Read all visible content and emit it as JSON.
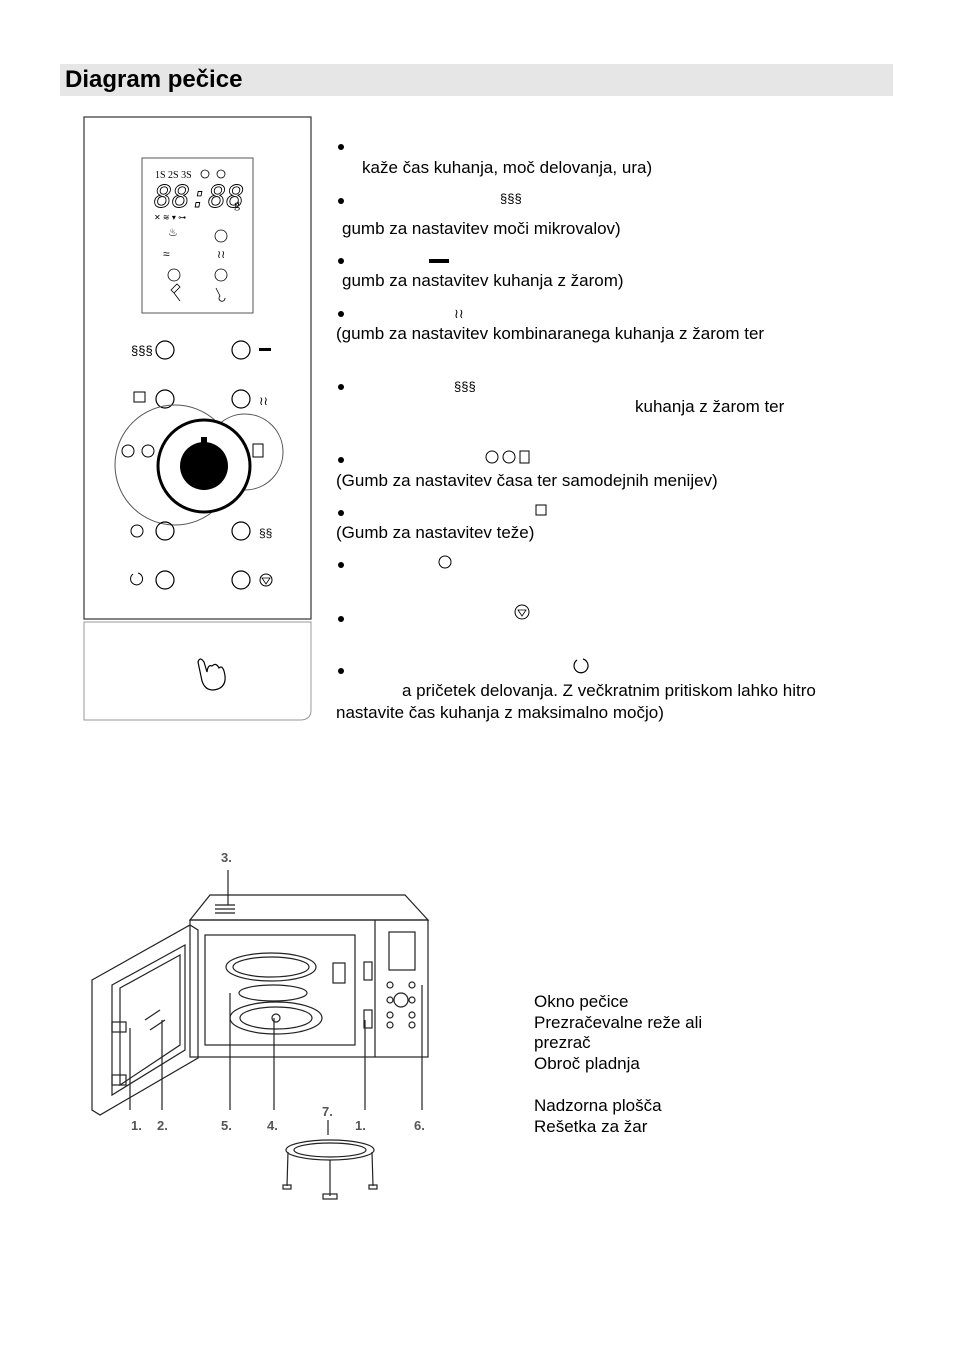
{
  "header": {
    "title": "Diagram pečice"
  },
  "display": {
    "segments": "88:88",
    "unit": "g",
    "top_labels": "1S 2S 3S"
  },
  "descriptions": [
    "kaže čas kuhanja, moč delovanja, ura)",
    "gumb za nastavitev moči mikrovalov)",
    "gumb za nastavitev kuhanja z žarom)",
    "(gumb za nastavitev kombinaranega kuhanja z žarom ter",
    "kuhanja z žarom ter",
    "(Gumb za nastavitev časa ter samodejnih menijev)",
    "(Gumb za nastavitev teže)",
    "a pričetek delovanja. Z večkratnim pritiskom lahko hitro",
    "nastavite čas kuhanja z maksimalno močjo)"
  ],
  "figure_labels": {
    "n1": "1.",
    "n2": "2.",
    "n3": "3.",
    "n4": "4.",
    "n5": "5.",
    "n6": "6.",
    "n7": "7.",
    "n1b": "1."
  },
  "legend": [
    "Okno pečice",
    "Prezračevalne reže ali",
    "prezrač",
    "Obroč pladnja",
    "Nadzorna plošča",
    "Rešetka za žar"
  ]
}
